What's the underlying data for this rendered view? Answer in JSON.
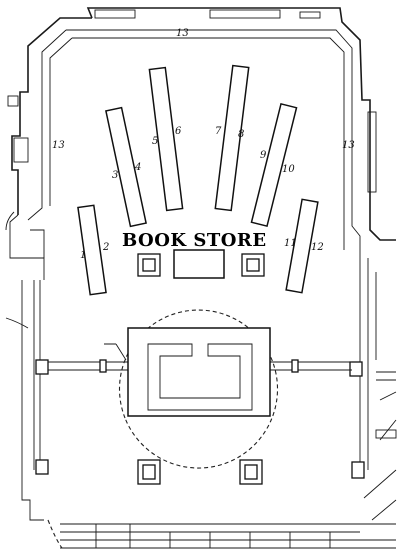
{
  "title": "BOOK STORE",
  "case_labels": [
    "1",
    "2",
    "3",
    "4",
    "5",
    "6",
    "7",
    "8",
    "9",
    "10",
    "11",
    "12",
    "13",
    "13",
    "13"
  ]
}
